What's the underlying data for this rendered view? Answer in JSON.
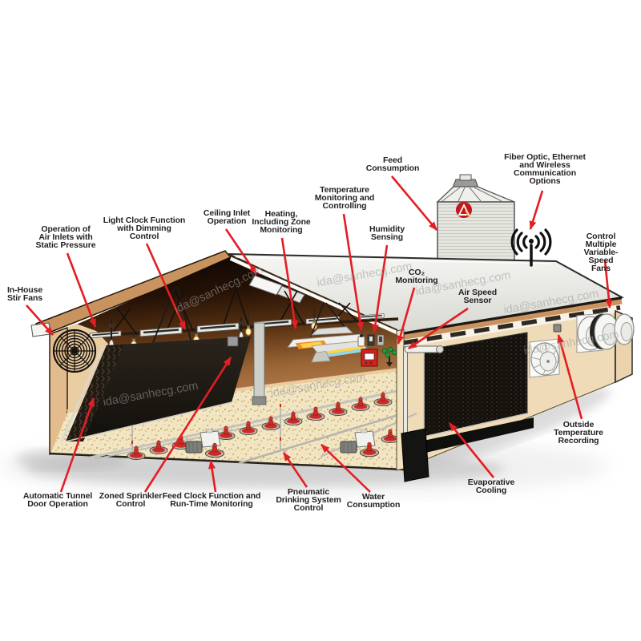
{
  "diagram": {
    "subject": "poultry-house-climate-control-cutaway",
    "watermark": {
      "text": "ida@sanhecg.com"
    },
    "icons": {
      "wireless": "radio-waves-antenna-icon",
      "silo_logo": "sanhe-red-circle-triangle-logo"
    },
    "colors": {
      "arrow_red": "#e31e24",
      "label_text": "#231f20",
      "roof_gray": "#e9e9e6",
      "wall_tan": "#f0dbb8",
      "interior_brown": "#b1794a",
      "curtain_black": "#17120d",
      "bedding": "#f1e5c2"
    },
    "labels": {
      "air_inlets": {
        "text": "Operation of\nAir Inlets with\nStatic Pressure"
      },
      "light_clock": {
        "text": "Light Clock Function\nwith Dimming\nControl"
      },
      "ceiling_inlet": {
        "text": "Ceiling Inlet\nOperation"
      },
      "heating": {
        "text": "Heating,\nIncluding Zone\nMonitoring"
      },
      "temperature": {
        "text": "Temperature\nMonitoring and\nControlling"
      },
      "feed_consumption": {
        "text": "Feed\nConsumption"
      },
      "humidity": {
        "text": "Humidity\nSensing"
      },
      "co2": {
        "text": "CO₂\nMonitoring"
      },
      "air_speed": {
        "text": "Air Speed\nSensor"
      },
      "fiber_optic": {
        "text": "Fiber Optic, Ethernet\nand Wireless\nCommunication\nOptions"
      },
      "fans_control": {
        "text": "Control Multiple\nVariable-Speed\nFans"
      },
      "stir_fans": {
        "text": "In-House\nStir Fans"
      },
      "tunnel_door": {
        "text": "Automatic Tunnel\nDoor Operation"
      },
      "sprinkler": {
        "text": "Zoned Sprinkler\nControl"
      },
      "feed_clock": {
        "text": "Feed Clock Function and\nRun-Time Monitoring"
      },
      "drinking": {
        "text": "Pneumatic\nDrinking System\nControl"
      },
      "water": {
        "text": "Water\nConsumption"
      },
      "evaporative": {
        "text": "Evaporative\nCooling"
      },
      "outside_temp": {
        "text": "Outside\nTemperature\nRecording"
      }
    }
  }
}
